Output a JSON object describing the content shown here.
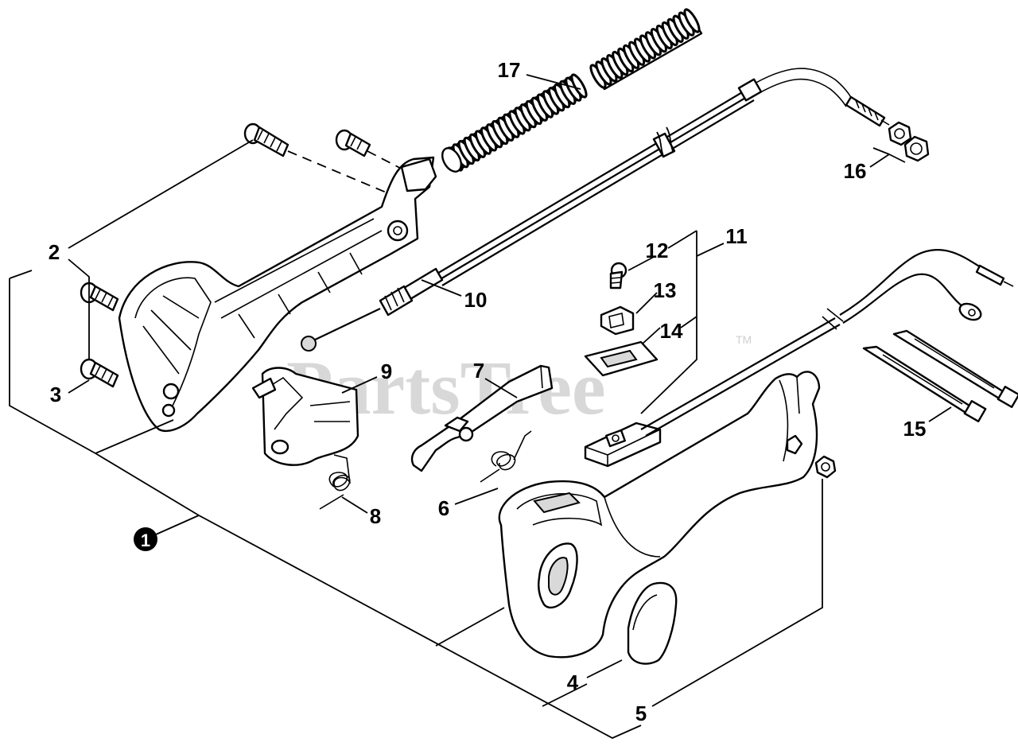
{
  "diagram": {
    "watermark": "PartsTree",
    "trademark": "TM",
    "callouts": [
      {
        "id": "c1",
        "label": "1"
      },
      {
        "id": "c2",
        "label": "2"
      },
      {
        "id": "c3",
        "label": "3"
      },
      {
        "id": "c4",
        "label": "4"
      },
      {
        "id": "c5",
        "label": "5"
      },
      {
        "id": "c6",
        "label": "6"
      },
      {
        "id": "c7",
        "label": "7"
      },
      {
        "id": "c8",
        "label": "8"
      },
      {
        "id": "c9",
        "label": "9"
      },
      {
        "id": "c10",
        "label": "10"
      },
      {
        "id": "c11",
        "label": "11"
      },
      {
        "id": "c12",
        "label": "12"
      },
      {
        "id": "c13",
        "label": "13"
      },
      {
        "id": "c14",
        "label": "14"
      },
      {
        "id": "c15",
        "label": "15"
      },
      {
        "id": "c16",
        "label": "16"
      },
      {
        "id": "c17",
        "label": "17"
      }
    ]
  }
}
